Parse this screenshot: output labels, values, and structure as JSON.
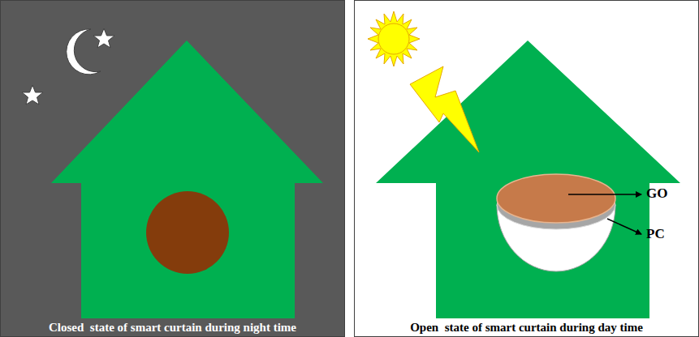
{
  "diagram": {
    "nodes": [
      {
        "text": [
          "Closed  state of smart curtain during night time"
        ]
      },
      {
        "text": [
          "Open  state of smart curtain during day time"
        ]
      }
    ],
    "labels": [
      "GO",
      "PC"
    ]
  }
}
